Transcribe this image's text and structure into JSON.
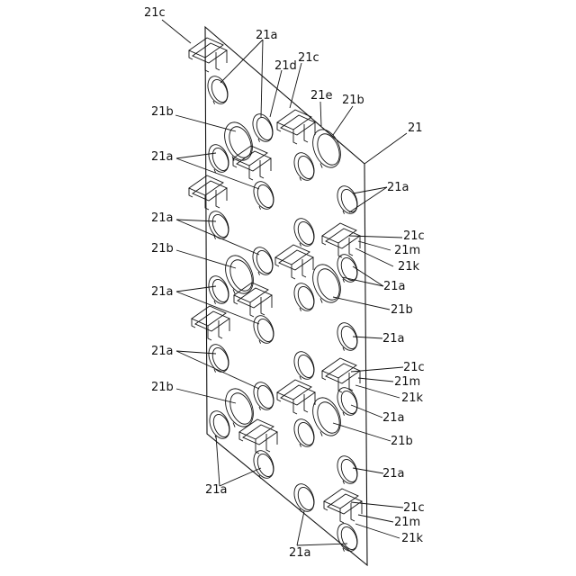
{
  "figure": {
    "labels": {
      "plate": "21",
      "a": "21a",
      "b": "21b",
      "c": "21c",
      "d": "21d",
      "e": "21e",
      "k": "21k",
      "m": "21m"
    }
  }
}
